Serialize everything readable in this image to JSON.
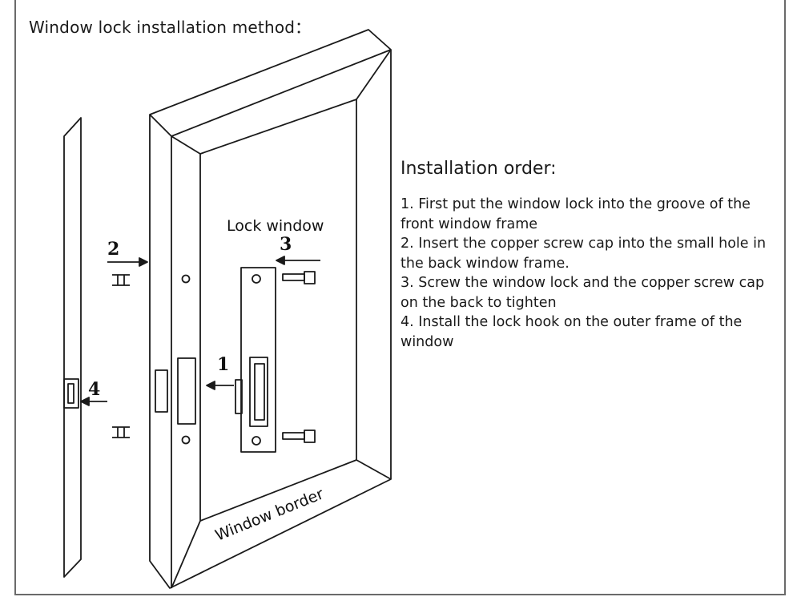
{
  "title": "Window lock installation method：",
  "diagram": {
    "labels": {
      "lock_window": "Lock window",
      "window_border": "Window border",
      "step1": "1",
      "step2": "2",
      "step3": "3",
      "step4": "4"
    }
  },
  "order": {
    "heading": "Installation order:",
    "steps": [
      "1. First put the window lock into the groove of the front window frame",
      "2. Insert the copper screw cap into the small hole in the back window frame.",
      "3. Screw the window lock and the copper screw cap on the back to tighten",
      "4. Install the lock hook on the outer frame of the window"
    ]
  }
}
